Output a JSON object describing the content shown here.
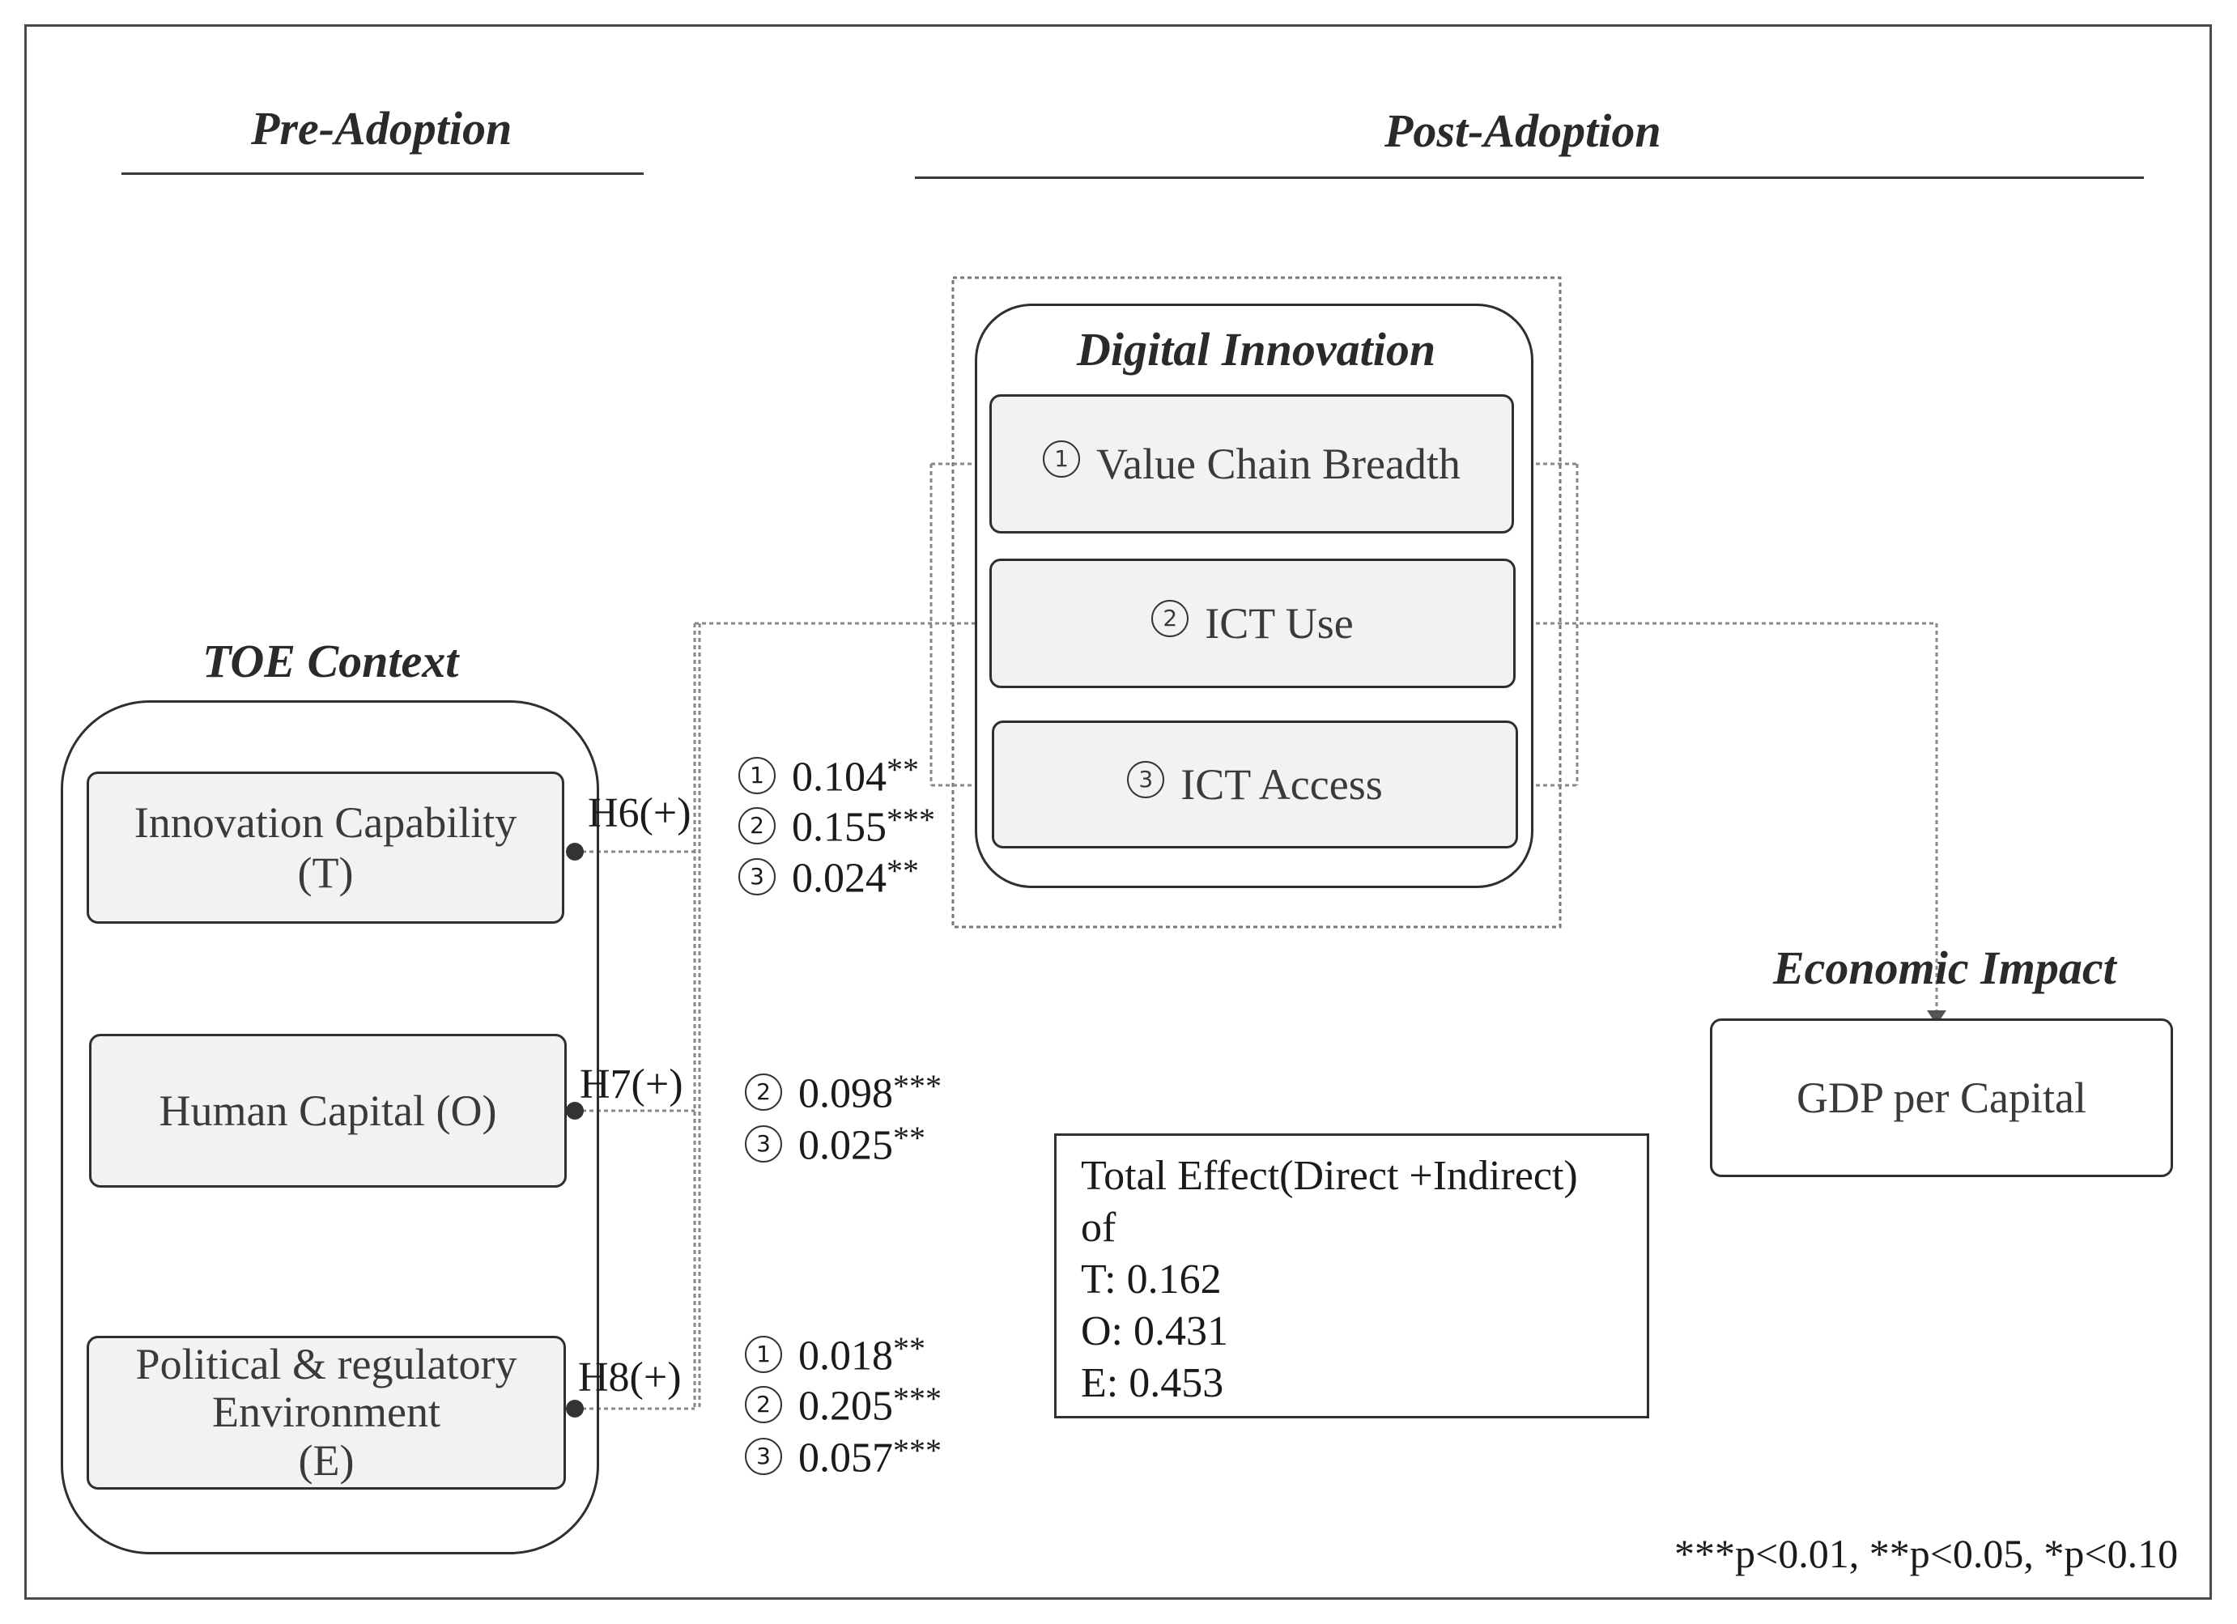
{
  "headings": {
    "pre_adoption": "Pre-Adoption",
    "post_adoption": "Post-Adoption",
    "toe_context": "TOE Context",
    "digital_innovation": "Digital Innovation",
    "economic_impact": "Economic Impact"
  },
  "toe_boxes": {
    "innovation_line1": "Innovation Capability",
    "innovation_line2": "(T)",
    "human_capital": "Human Capital (O)",
    "political_line1": "Political & regulatory",
    "political_line2": "Environment",
    "political_line3": "(E)"
  },
  "digital_boxes": {
    "value_chain": {
      "num": "1",
      "label": "Value Chain Breadth"
    },
    "ict_use": {
      "num": "2",
      "label": "ICT Use"
    },
    "ict_access": {
      "num": "3",
      "label": "ICT Access"
    }
  },
  "hypotheses": {
    "h6": "H6(+)",
    "h7": "H7(+)",
    "h8": "H8(+)"
  },
  "coefficients": {
    "h6": [
      {
        "num": "1",
        "value": "0.104",
        "stars": "**"
      },
      {
        "num": "2",
        "value": "0.155",
        "stars": "***"
      },
      {
        "num": "3",
        "value": "0.024",
        "stars": "**"
      }
    ],
    "h7": [
      {
        "num": "2",
        "value": "0.098",
        "stars": "***"
      },
      {
        "num": "3",
        "value": "0.025",
        "stars": "**"
      }
    ],
    "h8": [
      {
        "num": "1",
        "value": "0.018",
        "stars": "**"
      },
      {
        "num": "2",
        "value": "0.205",
        "stars": "***"
      },
      {
        "num": "3",
        "value": "0.057",
        "stars": "***"
      }
    ]
  },
  "total_effect": {
    "title_line1": "Total Effect(Direct +Indirect)",
    "title_line2": "of",
    "t": "T: 0.162",
    "o": "O: 0.431",
    "e": "E: 0.453"
  },
  "gdp": "GDP per Capital",
  "significance_note": "***p<0.01, **p<0.05, *p<0.10"
}
